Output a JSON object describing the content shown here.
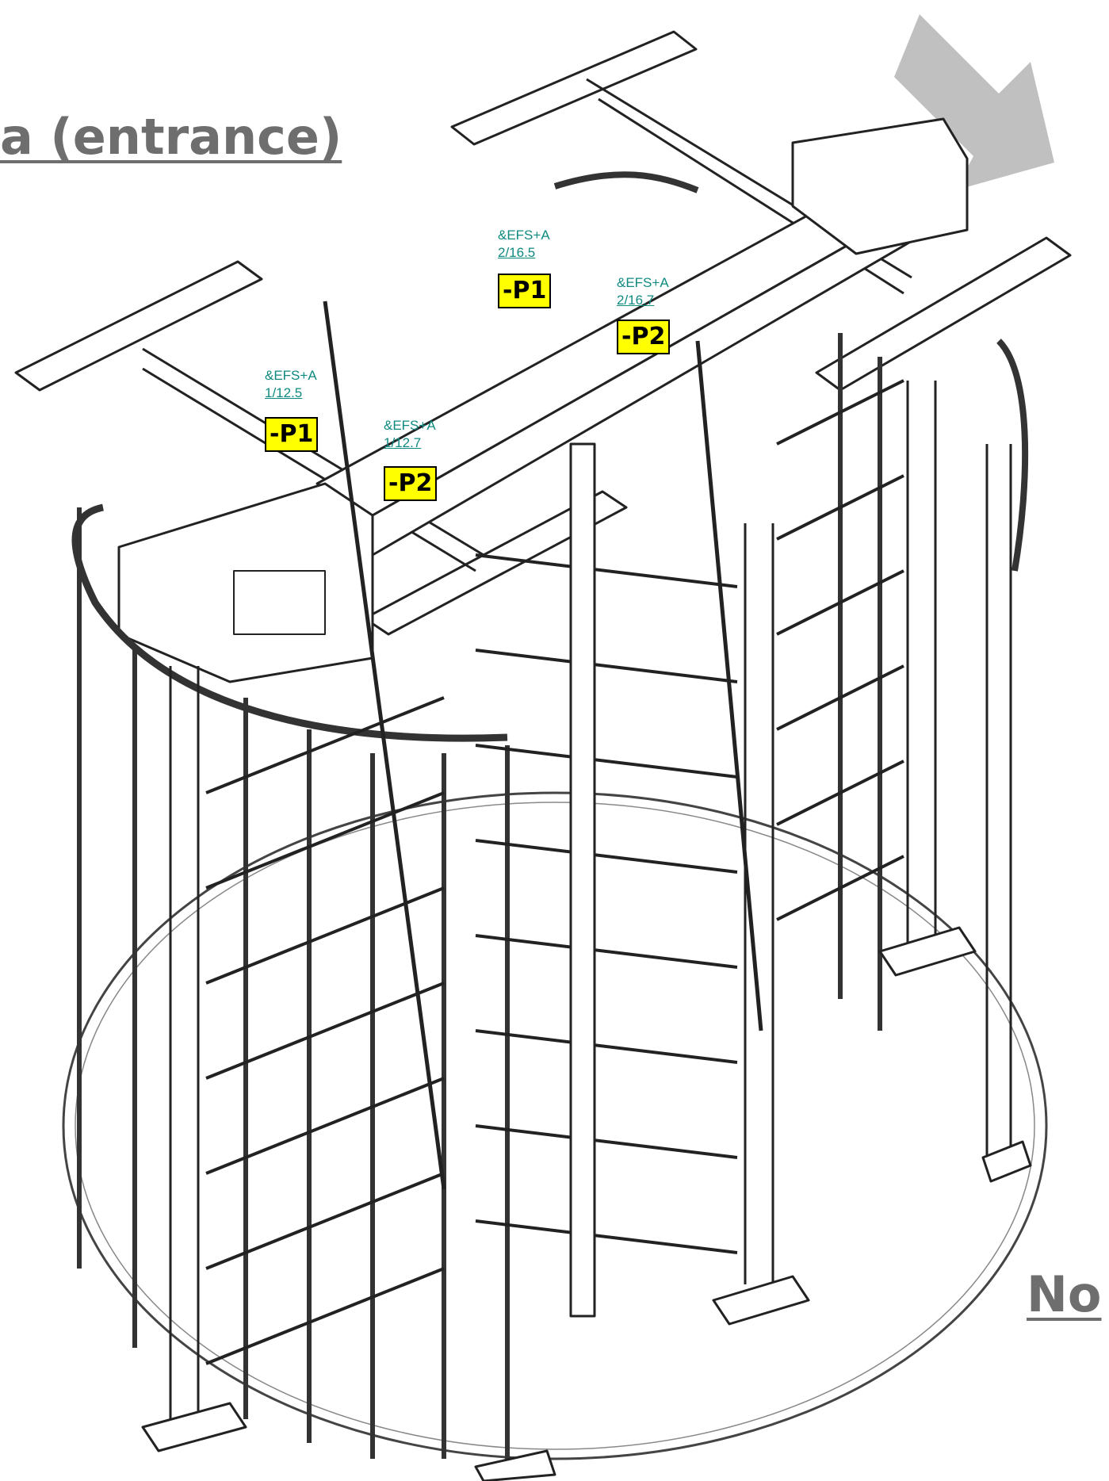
{
  "headings": {
    "left": "a (entrance)",
    "right": "No"
  },
  "labels": [
    {
      "ref_line1": "&EFS+A",
      "ref_line2": "1/12.5",
      "tag": "-P1"
    },
    {
      "ref_line1": "&EFS+A",
      "ref_line2": "1/12.7",
      "tag": "-P2"
    },
    {
      "ref_line1": "&EFS+A",
      "ref_line2": "2/16.5",
      "tag": "-P1"
    },
    {
      "ref_line1": "&EFS+A",
      "ref_line2": "2/16.7",
      "tag": "-P2"
    }
  ],
  "colors": {
    "tag_fill": "#ffff00",
    "reference_text": "#0f8a80",
    "heading_text": "#6e6e6e",
    "arrow": "#c0c0c0",
    "line_art": "#222222"
  }
}
